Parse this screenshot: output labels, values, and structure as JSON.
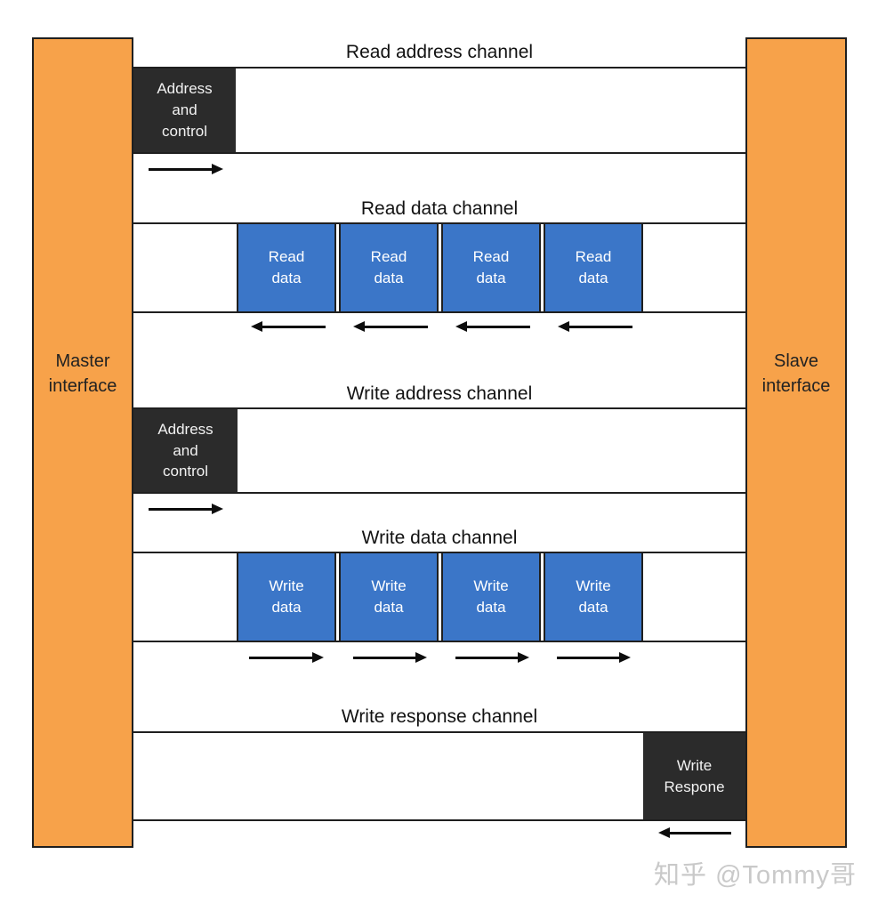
{
  "palette": {
    "orange": "#F7A24A",
    "blue": "#3B76C8",
    "dark": "#2B2B2B",
    "line": "#1F1F1F",
    "watermark": "#C9C9C9"
  },
  "interfaces": {
    "master": "Master interface",
    "slave": "Slave interface"
  },
  "channels": [
    {
      "id": "read-address",
      "label": "Read address channel",
      "box_label": "Address and control",
      "box_side": "master",
      "arrow_direction": "right",
      "arrow_count": 1
    },
    {
      "id": "read-data",
      "label": "Read data channel",
      "data_boxes": [
        "Read data",
        "Read data",
        "Read data",
        "Read data"
      ],
      "arrow_direction": "left",
      "arrow_count": 4
    },
    {
      "id": "write-address",
      "label": "Write address channel",
      "box_label": "Address and control",
      "box_side": "master",
      "arrow_direction": "right",
      "arrow_count": 1
    },
    {
      "id": "write-data",
      "label": "Write data channel",
      "data_boxes": [
        "Write data",
        "Write data",
        "Write data",
        "Write data"
      ],
      "arrow_direction": "right",
      "arrow_count": 4
    },
    {
      "id": "write-response",
      "label": "Write response channel",
      "box_label": "Write Respone",
      "box_side": "slave",
      "arrow_direction": "left",
      "arrow_count": 1
    }
  ],
  "watermark": {
    "text": "知乎 @Tommy哥"
  }
}
